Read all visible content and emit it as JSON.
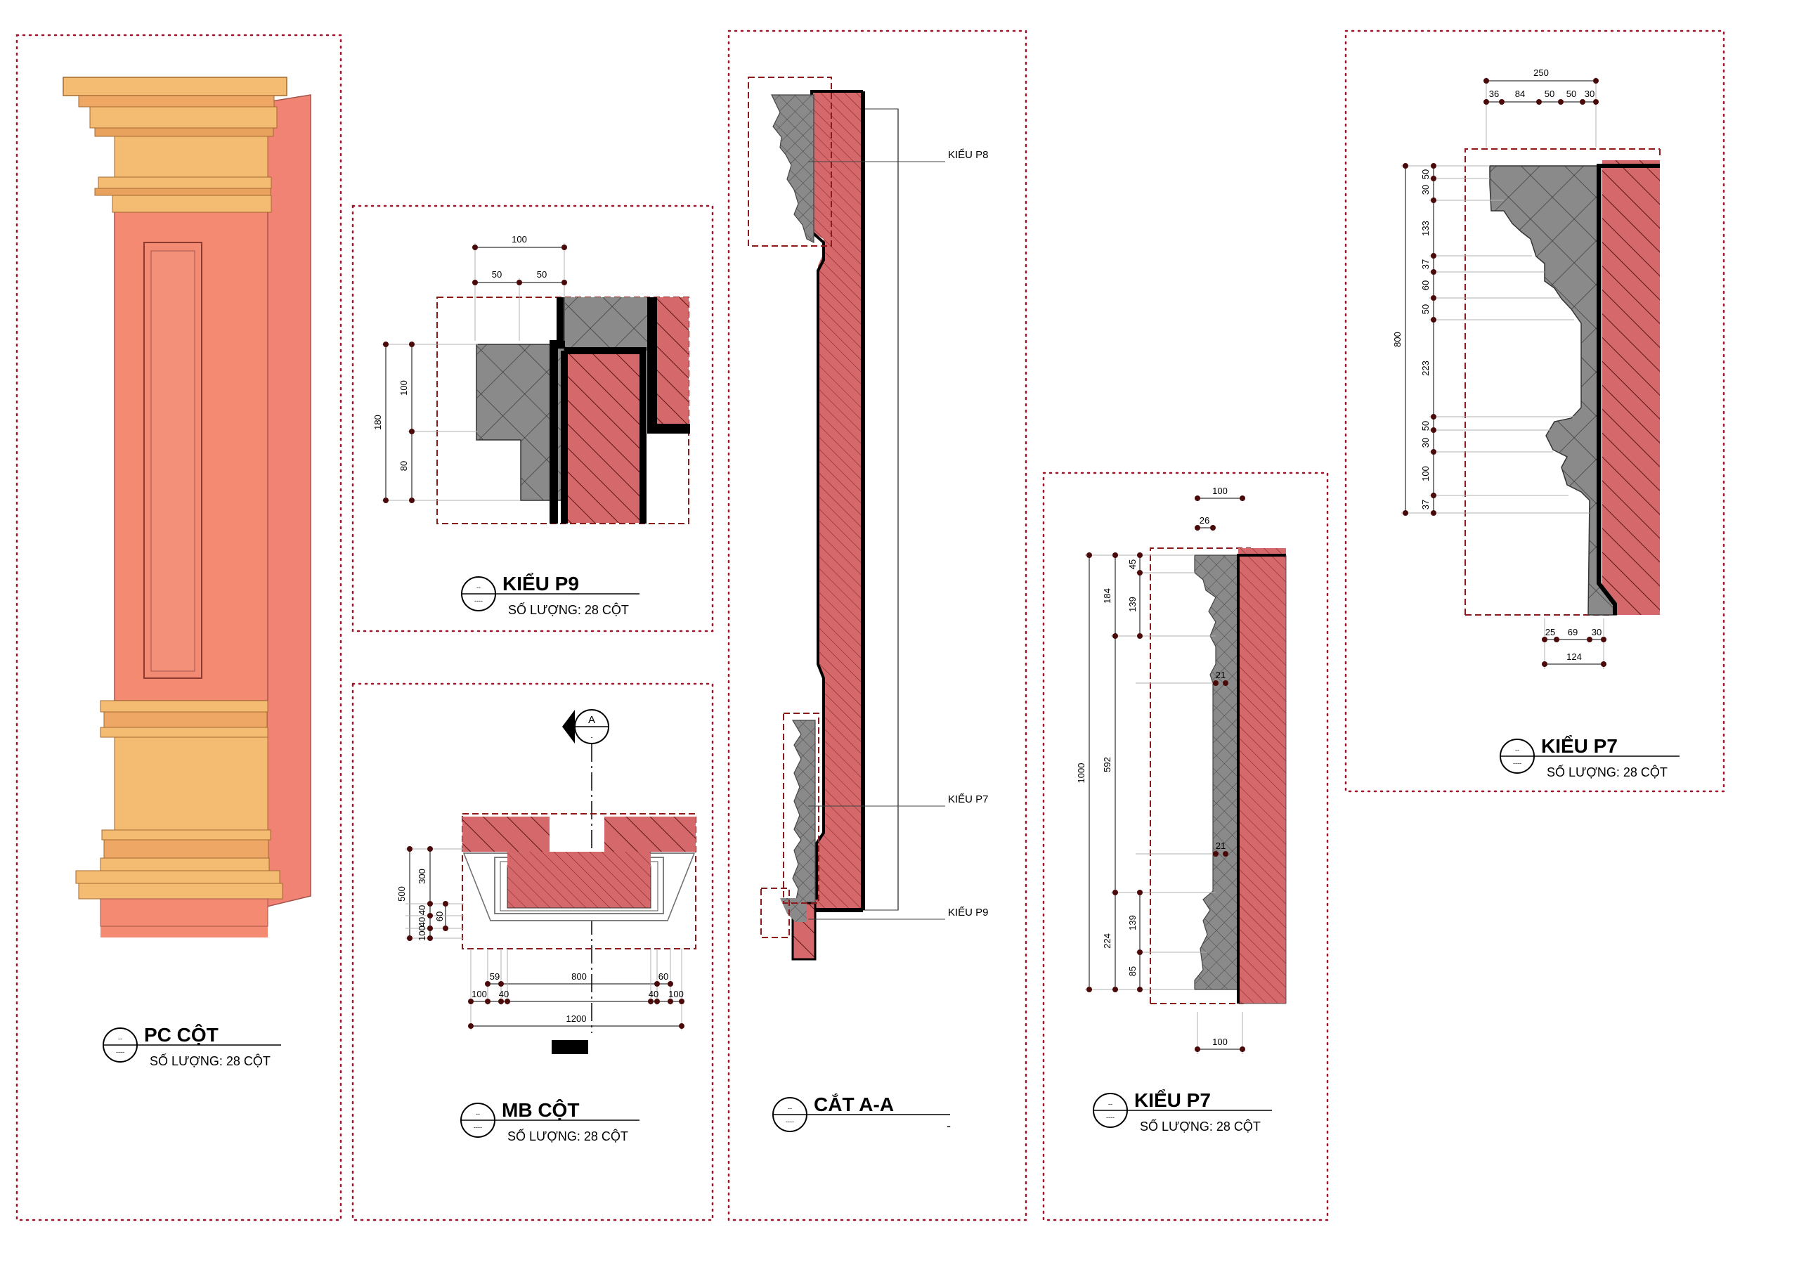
{
  "views": {
    "pc_cot": {
      "title": "PC CỘT",
      "subtitle": "SỐ LƯỢNG: 28 CỘT"
    },
    "kieu_p9": {
      "title": "KIỂU P9",
      "subtitle": "SỐ LƯỢNG: 28 CỘT"
    },
    "mb_cot": {
      "title": "MB CỘT",
      "subtitle": "SỐ LƯỢNG: 28 CỘT"
    },
    "cat_aa": {
      "title": "CẮT A-A",
      "subtitle": "-"
    },
    "kieu_p7_a": {
      "title": "KIỂU P7",
      "subtitle": "SỐ LƯỢNG: 28 CỘT"
    },
    "kieu_p7_b": {
      "title": "KIỂU P7",
      "subtitle": "SỐ LƯỢNG: 28 CỘT"
    }
  },
  "symbol": {
    "top": "--",
    "bottom": "----"
  },
  "section_marker": {
    "letter": "A",
    "sheet": "-"
  },
  "callouts": {
    "p8": "KIỂU P8",
    "p7": "KIỂU P7",
    "p9": "KIỂU P9"
  },
  "dims": {
    "p9": {
      "w100": "100",
      "w50a": "50",
      "w50b": "50",
      "h180": "180",
      "h100": "100",
      "h80": "80"
    },
    "mb": {
      "h500": "500",
      "h300": "300",
      "h40a": "40",
      "h40b": "40",
      "h100": "100",
      "h60": "60",
      "w59": "59",
      "w800": "800",
      "w60": "60",
      "w100a": "100",
      "w40a": "40",
      "w40b": "40",
      "w100b": "100",
      "w1200": "1200"
    },
    "p7a": {
      "t100": "100",
      "t26": "26",
      "h45": "45",
      "h184": "184",
      "h139a": "139",
      "h21a": "21",
      "h1000": "1000",
      "h592": "592",
      "h21b": "21",
      "h224": "224",
      "h139b": "139",
      "h85": "85",
      "b100": "100"
    },
    "p7b": {
      "w250": "250",
      "w36": "36",
      "w84": "84",
      "w50a": "50",
      "w50b": "50",
      "w30": "30",
      "h800": "800",
      "h30a": "30",
      "h50a": "50",
      "h133": "133",
      "h37a": "37",
      "h60": "60",
      "h50b": "50",
      "h223": "223",
      "h30b": "30",
      "h50c": "50",
      "h100": "100",
      "h37b": "37",
      "b25": "25",
      "b69": "69",
      "b30": "30",
      "b124": "124"
    }
  },
  "colors": {
    "frame": "#a0142a",
    "brick": "#d4686b",
    "capital": "#f2b86d",
    "column_face": "#f48a72",
    "column_side": "#f08373",
    "molding": "#8a8a8a"
  }
}
